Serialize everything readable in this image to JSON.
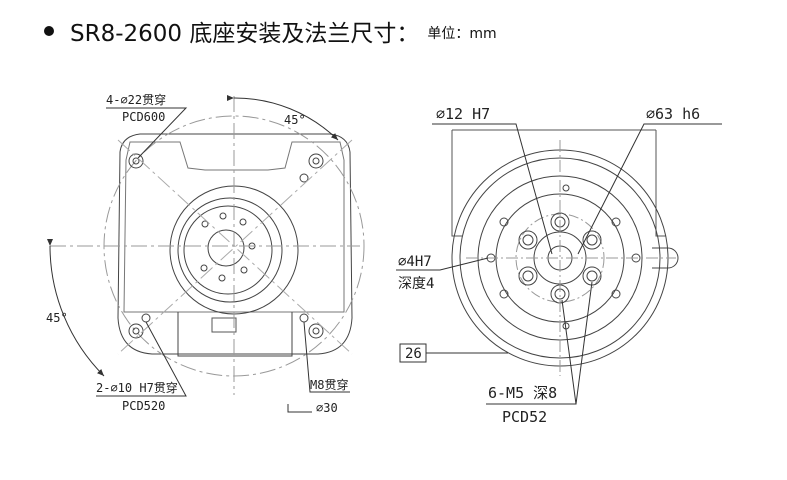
{
  "header": {
    "title": "SR8-2600 底座安装及法兰尺寸：",
    "unit": "单位：mm"
  },
  "left_view": {
    "hole_label_1": "4-∅22贯穿",
    "hole_label_2": "PCD600",
    "angle_top": "45°",
    "angle_left": "45°",
    "pin_label_1": "2-∅10 H7贯穿",
    "pin_label_2": "PCD520",
    "thread_label_1": "M8贯穿",
    "thread_label_2": "∅30"
  },
  "right_view": {
    "bore_label": "∅12 H7",
    "flange_label": "∅63 h6",
    "pin_label_1": "∅4H7",
    "pin_label_2": "深度4",
    "dim_box": "26",
    "tap_label_1": "6-M5 深8",
    "tap_label_2": "PCD52"
  }
}
